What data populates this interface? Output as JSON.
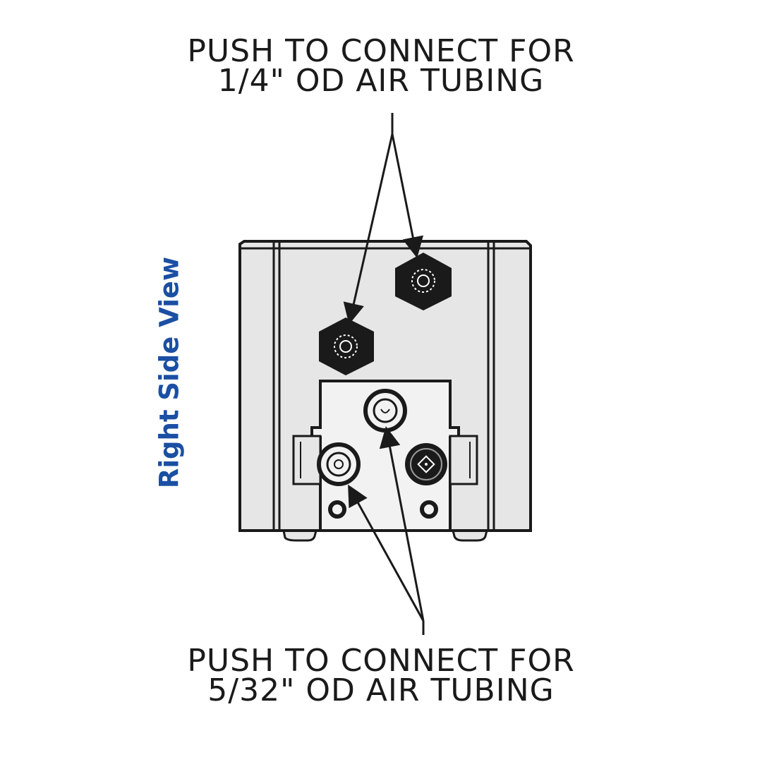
{
  "top_callout": {
    "line1": "PUSH TO CONNECT FOR",
    "line2": "1/4\" OD AIR TUBING"
  },
  "bottom_callout": {
    "line1": "PUSH TO CONNECT FOR",
    "line2": "5/32\" OD AIR TUBING"
  },
  "side_label": "Right Side View",
  "colors": {
    "body_fill": "#e6e6e6",
    "panel_fill": "#f2f2f2",
    "outline": "#1a1a1a",
    "fitting": "#1a1a1a",
    "label_blue": "#1b4fa3"
  },
  "icons": {
    "large_fittings": "hex-push-connect-icon",
    "small_fittings": "round-push-connect-icon",
    "connector": "electrical-connector-icon"
  }
}
